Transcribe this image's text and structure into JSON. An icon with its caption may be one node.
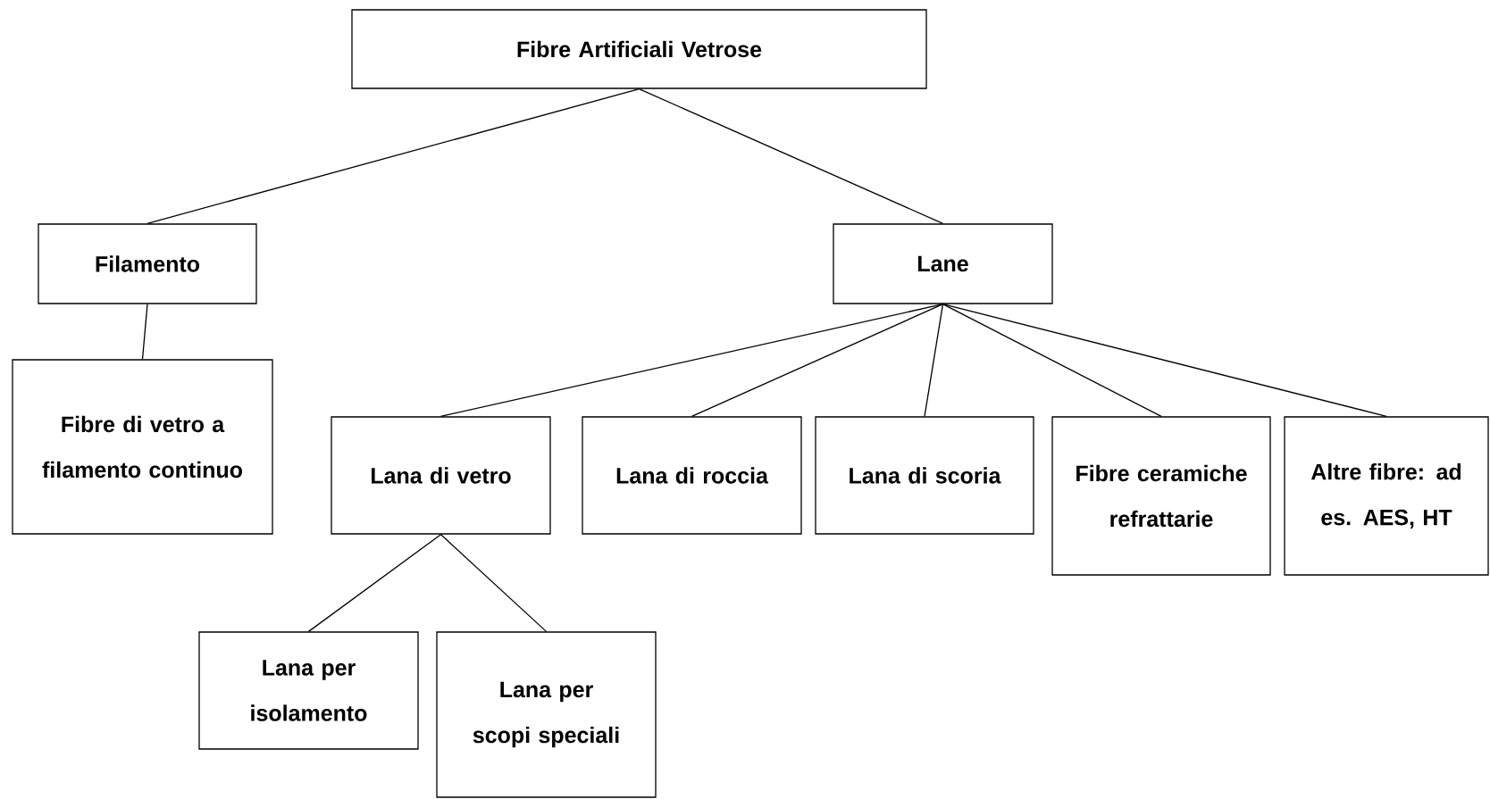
{
  "diagram": {
    "nodes": [
      {
        "text": [
          "Fibre Artificiali Vetrose"
        ]
      },
      {
        "text": [
          "Filamento"
        ]
      },
      {
        "text": [
          "Fibre di vetro a filamento continuo"
        ]
      },
      {
        "text": [
          "Lane"
        ]
      },
      {
        "text": [
          "Lana di vetro"
        ]
      },
      {
        "text": [
          "Lana di roccia"
        ]
      },
      {
        "text": [
          "Lana di scoria"
        ]
      },
      {
        "text": [
          "Fibre ceramiche refrattarie"
        ]
      },
      {
        "text": [
          "Altre fibre: ad es. AES, HT"
        ]
      },
      {
        "text": [
          "Lana per isolamento"
        ]
      },
      {
        "text": [
          "Lana per scopi speciali"
        ]
      }
    ],
    "edges": [
      {
        "from": 0,
        "to": 1,
        "arrow": "none"
      },
      {
        "from": 0,
        "to": 3,
        "arrow": "none"
      },
      {
        "from": 1,
        "to": 2,
        "arrow": "none"
      },
      {
        "from": 3,
        "to": 4,
        "arrow": "none"
      },
      {
        "from": 3,
        "to": 5,
        "arrow": "none"
      },
      {
        "from": 3,
        "to": 6,
        "arrow": "none"
      },
      {
        "from": 3,
        "to": 7,
        "arrow": "none"
      },
      {
        "from": 3,
        "to": 8,
        "arrow": "none"
      },
      {
        "from": 4,
        "to": 9,
        "arrow": "none"
      },
      {
        "from": 4,
        "to": 10,
        "arrow": "none"
      }
    ]
  }
}
